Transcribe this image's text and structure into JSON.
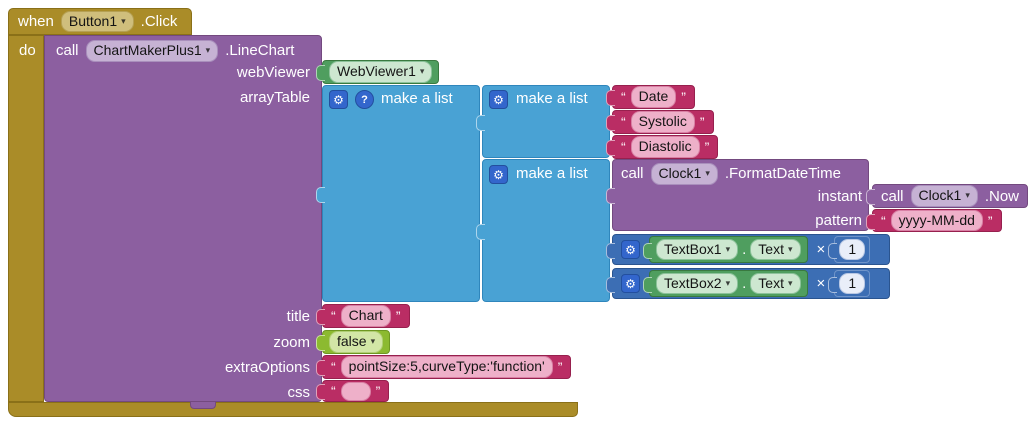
{
  "icons": {
    "dropdown": "▾",
    "gear": "⚙",
    "help": "?"
  },
  "strings": {
    "quote_open": "“",
    "quote_close": "”"
  },
  "event_block": {
    "keyword": "when",
    "component": "Button1",
    "event_name": ".Click",
    "do_label": "do"
  },
  "line_chart_call": {
    "keyword": "call",
    "component": "ChartMakerPlus1",
    "method": ".LineChart",
    "params": {
      "web_viewer": "webViewer",
      "array_table": "arrayTable",
      "title": "title",
      "zoom": "zoom",
      "extra_options": "extraOptions",
      "css": "css"
    }
  },
  "web_viewer_value": {
    "component": "WebViewer1"
  },
  "array_table": {
    "outer_list_label": "make a list",
    "columns_list": {
      "label": "make a list",
      "items": [
        "Date",
        "Systolic",
        "Diastolic"
      ]
    },
    "row_list": {
      "label": "make a list"
    },
    "format_date_time": {
      "keyword": "call",
      "component": "Clock1",
      "method": ".FormatDateTime",
      "instant_label": "instant",
      "pattern_label": "pattern",
      "instant_value": {
        "keyword": "call",
        "component": "Clock1",
        "method": ".Now"
      },
      "pattern_value": "yyyy-MM-dd"
    },
    "multiply_rows": [
      {
        "component": "TextBox1",
        "property": "Text",
        "operator": "×",
        "multiplier": "1"
      },
      {
        "component": "TextBox2",
        "property": "Text",
        "operator": "×",
        "multiplier": "1"
      }
    ]
  },
  "params_values": {
    "title": "Chart",
    "zoom": "false",
    "extra_options": "pointSize:5,curveType:'function'",
    "css": ""
  }
}
